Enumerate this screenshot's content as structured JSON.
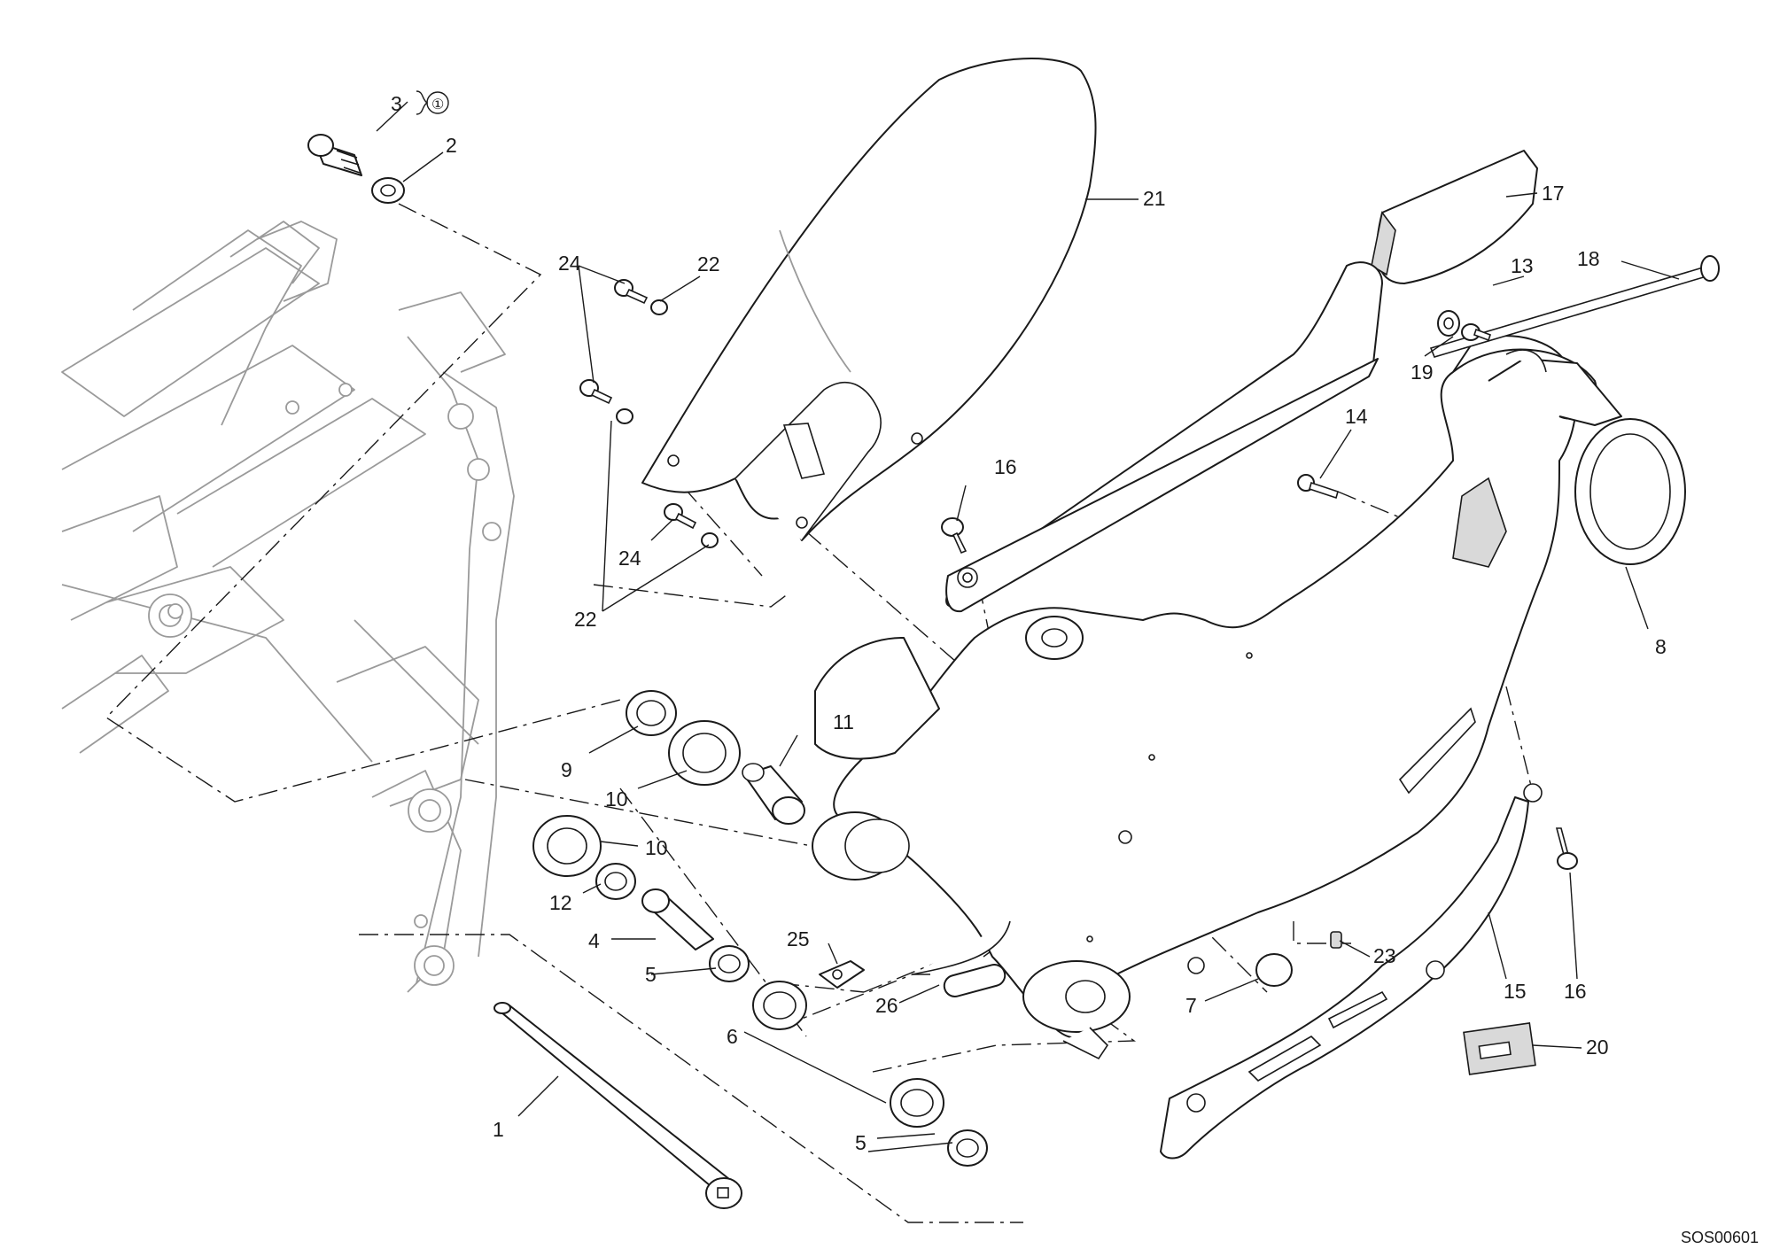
{
  "diagram": {
    "drawing_code": "SOS00601",
    "note_marker": "①",
    "callouts": {
      "c1": "1",
      "c2": "2",
      "c3": "3",
      "c4": "4",
      "c5a": "5",
      "c5b": "5",
      "c6": "6",
      "c7": "7",
      "c8": "8",
      "c9": "9",
      "c10a": "10",
      "c10b": "10",
      "c11": "11",
      "c12": "12",
      "c13": "13",
      "c14": "14",
      "c15": "15",
      "c16a": "16",
      "c16b": "16",
      "c17": "17",
      "c18": "18",
      "c19": "19",
      "c20": "20",
      "c21": "21",
      "c22a": "22",
      "c22b": "22",
      "c23": "23",
      "c24a": "24",
      "c24b": "24",
      "c25": "25",
      "c26": "26"
    }
  }
}
